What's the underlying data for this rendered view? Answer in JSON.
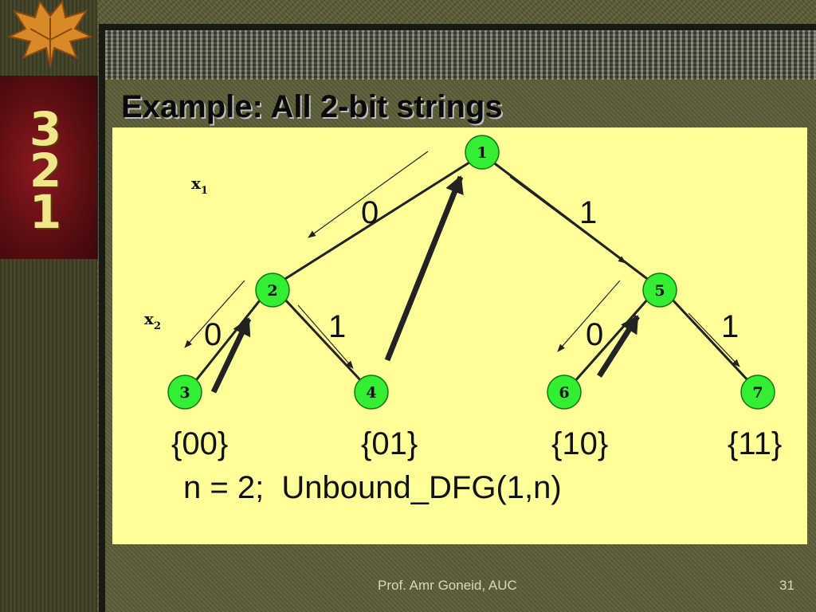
{
  "slide": {
    "title": "Example: All 2-bit strings",
    "call": "n = 2;  Unbound_DFG(1,n)",
    "footer": "Prof. Amr Goneid, AUC",
    "page_number": "31"
  },
  "logo": {
    "digits": [
      "3",
      "2",
      "1"
    ]
  },
  "tree": {
    "nodes": [
      {
        "id": "1",
        "label": "1"
      },
      {
        "id": "2",
        "label": "2"
      },
      {
        "id": "3",
        "label": "3"
      },
      {
        "id": "4",
        "label": "4"
      },
      {
        "id": "5",
        "label": "5"
      },
      {
        "id": "6",
        "label": "6"
      },
      {
        "id": "7",
        "label": "7"
      }
    ],
    "edges": [
      {
        "from": "1",
        "to": "2",
        "label": "0"
      },
      {
        "from": "1",
        "to": "5",
        "label": "1"
      },
      {
        "from": "2",
        "to": "3",
        "label": "0"
      },
      {
        "from": "2",
        "to": "4",
        "label": "1"
      },
      {
        "from": "5",
        "to": "6",
        "label": "0"
      },
      {
        "from": "5",
        "to": "7",
        "label": "1"
      }
    ],
    "levels": [
      {
        "var": "x",
        "sub": "1"
      },
      {
        "var": "x",
        "sub": "2"
      }
    ],
    "leaf_strings": [
      "{00}",
      "{01}",
      "{10}",
      "{11}"
    ]
  },
  "colors": {
    "node_fill": "#33ee33",
    "panel": "#ffff99"
  }
}
